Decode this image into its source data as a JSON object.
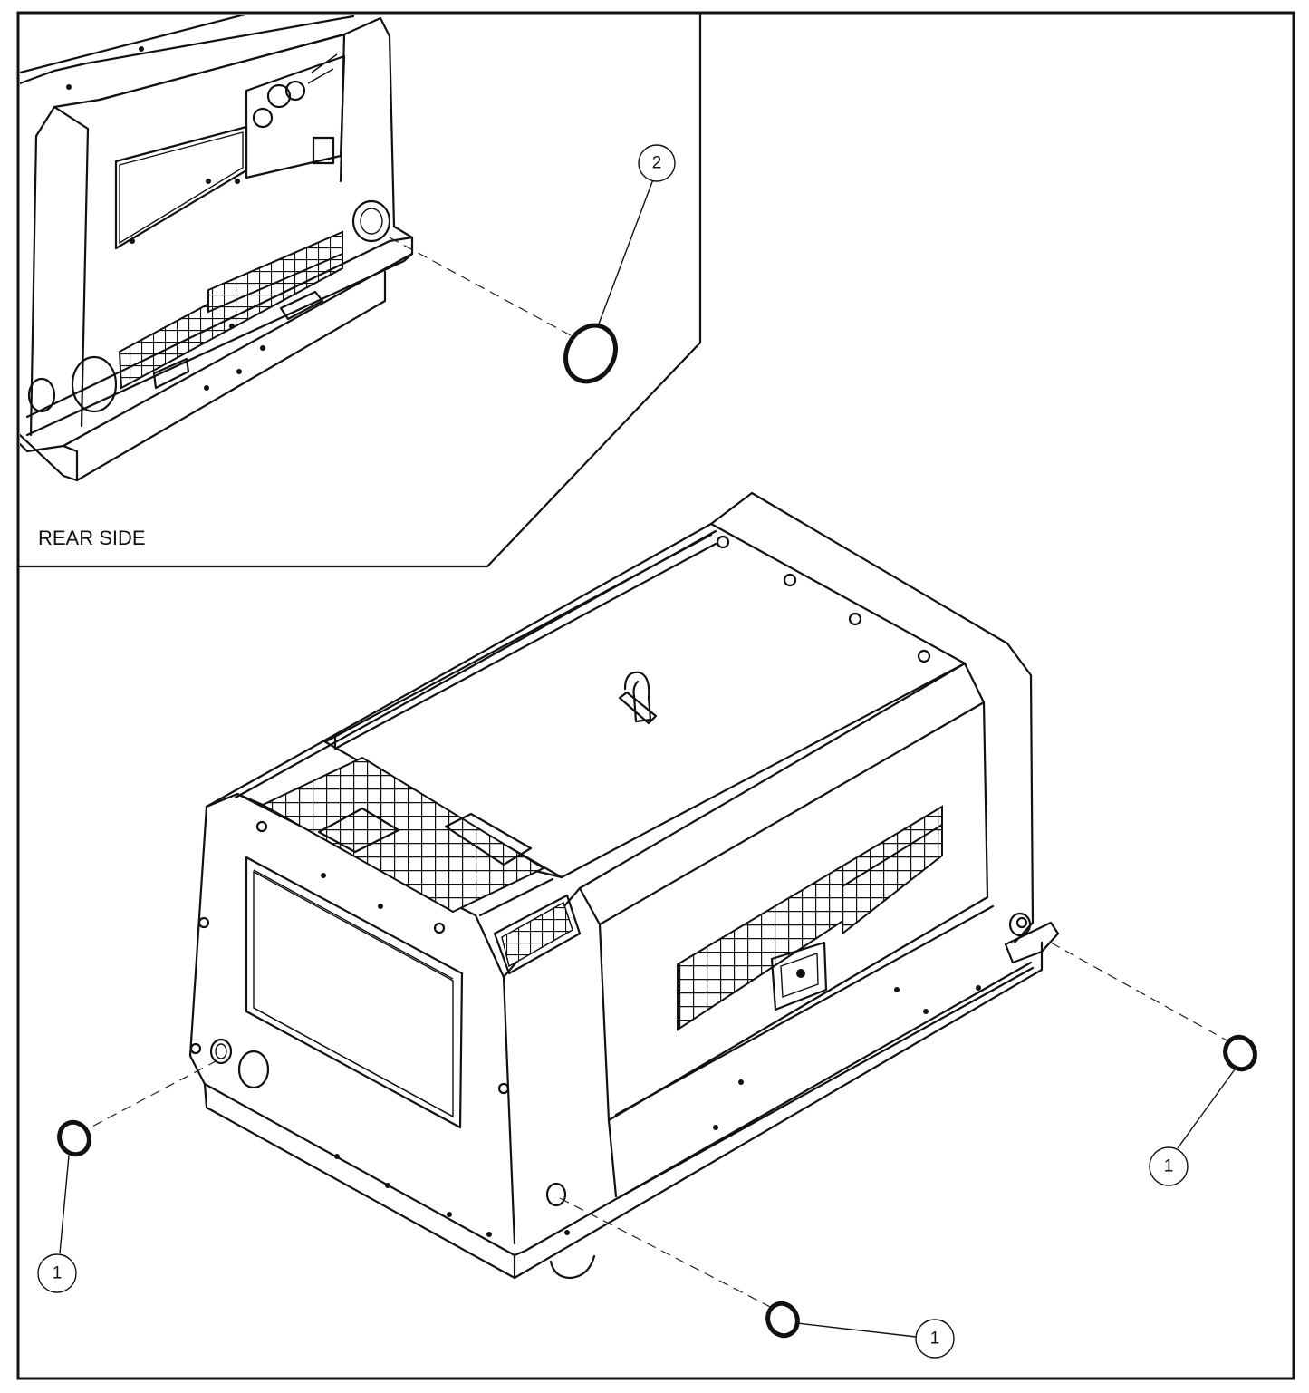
{
  "inset": {
    "label": "REAR SIDE"
  },
  "callouts": [
    {
      "id": "c-inset",
      "number": "2"
    },
    {
      "id": "c-left",
      "number": "1"
    },
    {
      "id": "c-bottom",
      "number": "1"
    },
    {
      "id": "c-right",
      "number": "1"
    }
  ]
}
